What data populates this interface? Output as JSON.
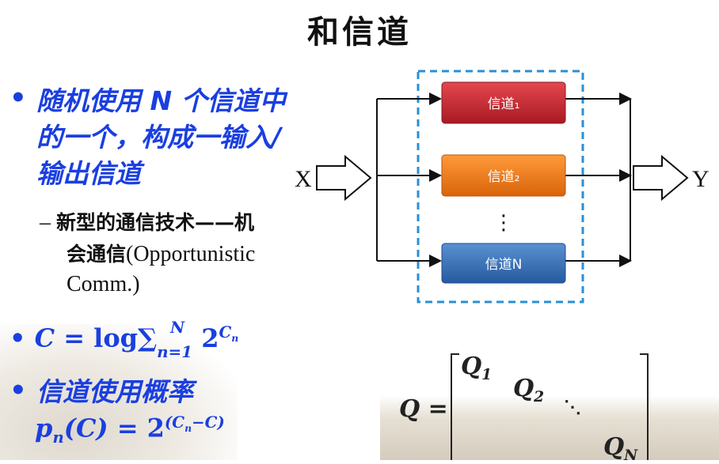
{
  "title": "和信道",
  "bullets": [
    {
      "lines": [
        "随机使用 N 个信道中",
        "的一个，构成一输入/",
        "输出信道"
      ]
    }
  ],
  "sub_bullet": {
    "prefix": "–",
    "line1_cn": "新型的通信技术——机",
    "line2_cn": "会通信",
    "line2_en": "(Opportunistic",
    "line3": "Comm.)"
  },
  "formula1": {
    "bullet": "•",
    "text_lhs": "C",
    "eq": " = log",
    "sum": "∑",
    "sum_sup": "N",
    "sum_sub": "n=1",
    "base": " 2",
    "exp": "C",
    "exp_sub": "n"
  },
  "bullet3": "信道使用概率",
  "formula2": {
    "lhs": "p",
    "lhs_sub": "n",
    "arg": "(C)",
    "eq": " = 2",
    "exp": "(C",
    "exp_sub": "n",
    "exp_rest": "−C)"
  },
  "diagram": {
    "input_label": "X",
    "output_label": "Y",
    "channels": [
      {
        "label": "信道₁",
        "color": "#c0262e"
      },
      {
        "label": "信道₂",
        "color": "#e87511"
      },
      {
        "label": "信道N",
        "color": "#2e6bb0"
      }
    ],
    "ellipsis": "⋮",
    "dashed_color": "#2a8fd6"
  },
  "matrix": {
    "lhs": "Q =",
    "q1": "Q",
    "q1_sub": "1",
    "q2": "Q",
    "q2_sub": "2",
    "dots": "⋱",
    "qn": "Q",
    "qn_sub": "N"
  }
}
